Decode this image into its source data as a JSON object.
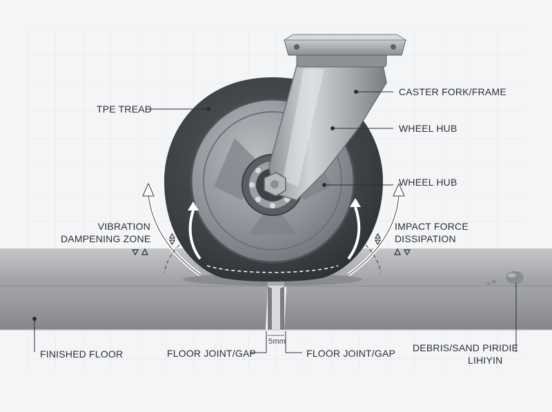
{
  "labels": {
    "tpe_tread": "TPE TREAD",
    "caster_fork": "CASTER FORK/FRAME",
    "wheel_hub_1": "WHEEL HUB",
    "wheel_hub_2": "WHEEL HUB",
    "vibration_line1": "VIBRATION",
    "vibration_line2": "DAMPENING ZONE",
    "impact_line1": "IMPACT FORCE",
    "impact_line2": "DISSIPATION",
    "finished_floor": "FINISHED FLOOR",
    "floor_joint_left": "FLOOR JOINT/GAP",
    "floor_joint_right": "FLOOR JOINT/GAP",
    "gap_measure": "5mm",
    "debris_line1": "DEBRIS/SAND PIRIDIE",
    "debris_line2": "LIHIYIN"
  },
  "colors": {
    "background": "#f4f5f6",
    "tread": "#3c3f43",
    "hub_metal": "#8a8f94",
    "fork_metal": "#a9adb1",
    "floor": "#a7a9ab",
    "leader": "#2a2d31"
  },
  "icons": [
    "vibration-arrow-icon",
    "impact-arrow-icon",
    "warning-triangle-icon"
  ]
}
